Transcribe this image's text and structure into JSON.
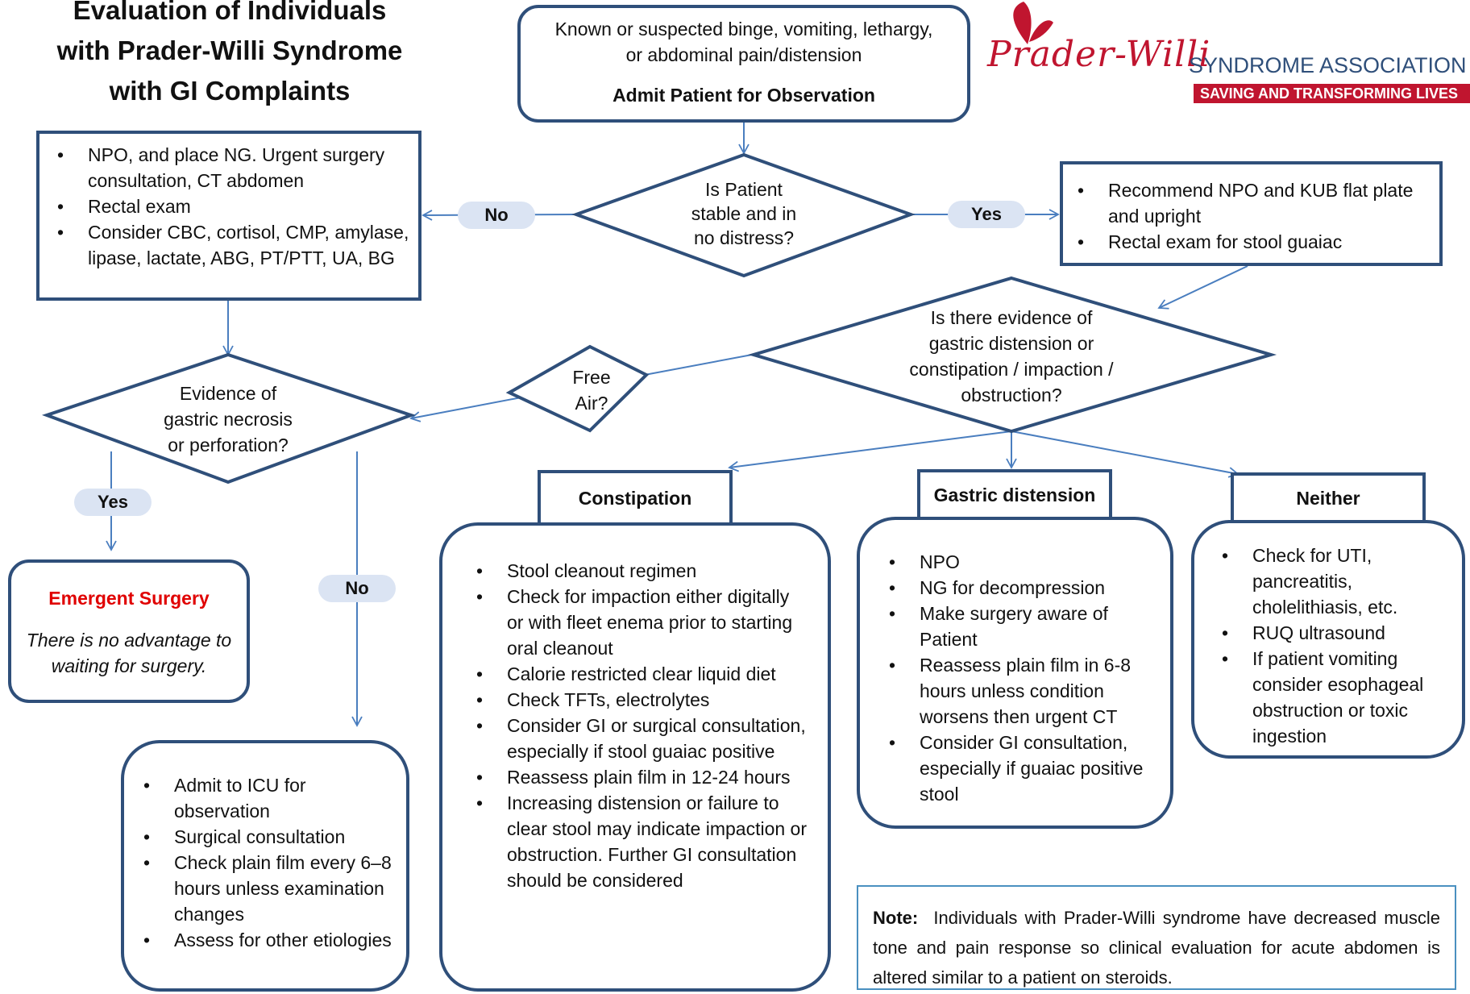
{
  "title_lines": [
    "Evaluation of Individuals",
    "with Prader-Willi Syndrome",
    "with GI Complaints"
  ],
  "logo": {
    "script": "Prader-Willi",
    "org": "SYNDROME ASSOCIATION (USA)",
    "tagline": "SAVING AND TRANSFORMING LIVES",
    "brand_color": "#c0152f"
  },
  "colors": {
    "border": "#2f4f7a",
    "arrow": "#4a7ebf",
    "pill": "#dbe4f3",
    "emergent": "#e00000"
  },
  "start": {
    "text_line1": "Known or suspected binge, vomiting, lethargy,",
    "text_line2": "or abdominal pain/distension",
    "action": "Admit Patient for Observation"
  },
  "stable_q": {
    "lines": [
      "Is Patient",
      "stable and in",
      "no distress?"
    ]
  },
  "unstable_box": {
    "items": [
      "NPO, and place NG. Urgent surgery consultation, CT abdomen",
      "Rectal exam",
      "Consider CBC, cortisol, CMP, amylase, lipase, lactate, ABG, PT/PTT, UA, BG"
    ]
  },
  "stable_box": {
    "items": [
      "Recommend NPO and KUB flat plate and upright",
      "Rectal exam for stool guaiac"
    ]
  },
  "labels": {
    "no": "No",
    "yes": "Yes"
  },
  "evidence_q": {
    "lines": [
      "Is there evidence of",
      "gastric distension or",
      "constipation / impaction /",
      "obstruction?"
    ]
  },
  "free_air_q": {
    "lines": [
      "Free",
      "Air?"
    ]
  },
  "necrosis_q": {
    "lines": [
      "Evidence of",
      "gastric necrosis",
      "or perforation?"
    ]
  },
  "emergent": {
    "title": "Emergent Surgery",
    "text": "There is no advantage to waiting for surgery."
  },
  "icu_box": {
    "items": [
      "Admit to ICU for observation",
      "Surgical consultation",
      "Check plain film every 6–8 hours unless examination changes",
      "Assess for other etiologies"
    ]
  },
  "constipation": {
    "header": "Constipation",
    "items": [
      "Stool cleanout regimen",
      "Check for impaction either digitally or with fleet enema prior to starting oral cleanout",
      "Calorie restricted clear liquid diet",
      "Check TFTs, electrolytes",
      "Consider GI or surgical consultation, especially if stool guaiac positive",
      "Reassess plain film in 12-24 hours",
      "Increasing distension or failure to clear  stool may indicate impaction or obstruction. Further GI consultation should be considered"
    ]
  },
  "distension": {
    "header": "Gastric distension",
    "items": [
      "NPO",
      "NG for decompression",
      "Make surgery aware of Patient",
      "Reassess plain film in 6-8 hours unless condition worsens then urgent CT",
      "Consider GI consultation, especially if guaiac positive stool"
    ]
  },
  "neither": {
    "header": "Neither",
    "items": [
      "Check for UTI, pancreatitis, cholelithiasis, etc.",
      "RUQ ultrasound",
      "If patient vomiting consider esophageal obstruction or toxic ingestion"
    ]
  },
  "note": {
    "label": "Note:",
    "text": "Individuals with Prader-Willi syndrome have decreased muscle tone and pain response so clinical evaluation for acute abdomen is altered similar to a patient on steroids."
  }
}
